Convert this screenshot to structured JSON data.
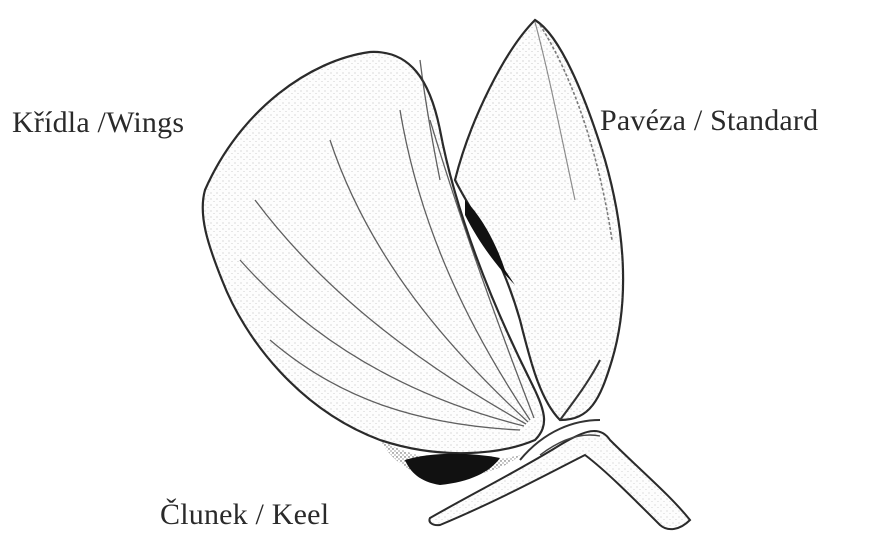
{
  "labels": {
    "wings": "Křídla /Wings",
    "standard": "Pavéza / Standard",
    "keel": "Člunek / Keel"
  },
  "colors": {
    "background": "#ffffff",
    "ink": "#2a2a2a",
    "dark_fill": "#111111"
  }
}
